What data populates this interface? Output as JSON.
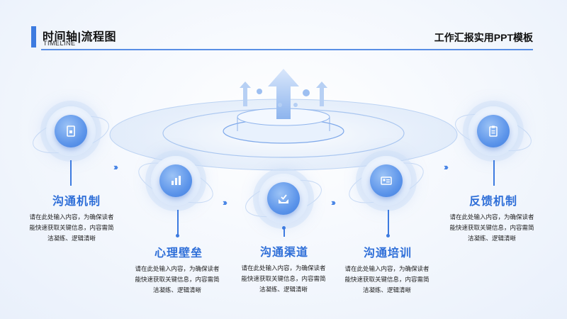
{
  "header": {
    "title": "时间轴|流程图",
    "subtitle": "TIMELINE",
    "right_title": "工作汇报实用PPT模板"
  },
  "colors": {
    "accent": "#3d7be0",
    "title_blue": "#2f6fd8"
  },
  "steps": [
    {
      "title": "沟通机制",
      "desc": "请在此处输入内容，为确保读者能快速获取关键信息，内容需简洁凝练、逻辑清晰",
      "icon": "document-icon"
    },
    {
      "title": "心理壁垒",
      "desc": "请在此处输入内容，为确保读者能快速获取关键信息，内容需简洁凝练、逻辑清晰",
      "icon": "bar-chart-icon"
    },
    {
      "title": "沟通渠道",
      "desc": "请在此处输入内容，为确保读者能快速获取关键信息，内容需简洁凝练、逻辑清晰",
      "icon": "check-tray-icon"
    },
    {
      "title": "沟通培训",
      "desc": "请在此处输入内容，为确保读者能快速获取关键信息，内容需简洁凝练、逻辑清晰",
      "icon": "id-card-icon"
    },
    {
      "title": "反馈机制",
      "desc": "请在此处输入内容，为确保读者能快速获取关键信息，内容需简洁凝练、逻辑清晰",
      "icon": "clipboard-icon"
    }
  ]
}
